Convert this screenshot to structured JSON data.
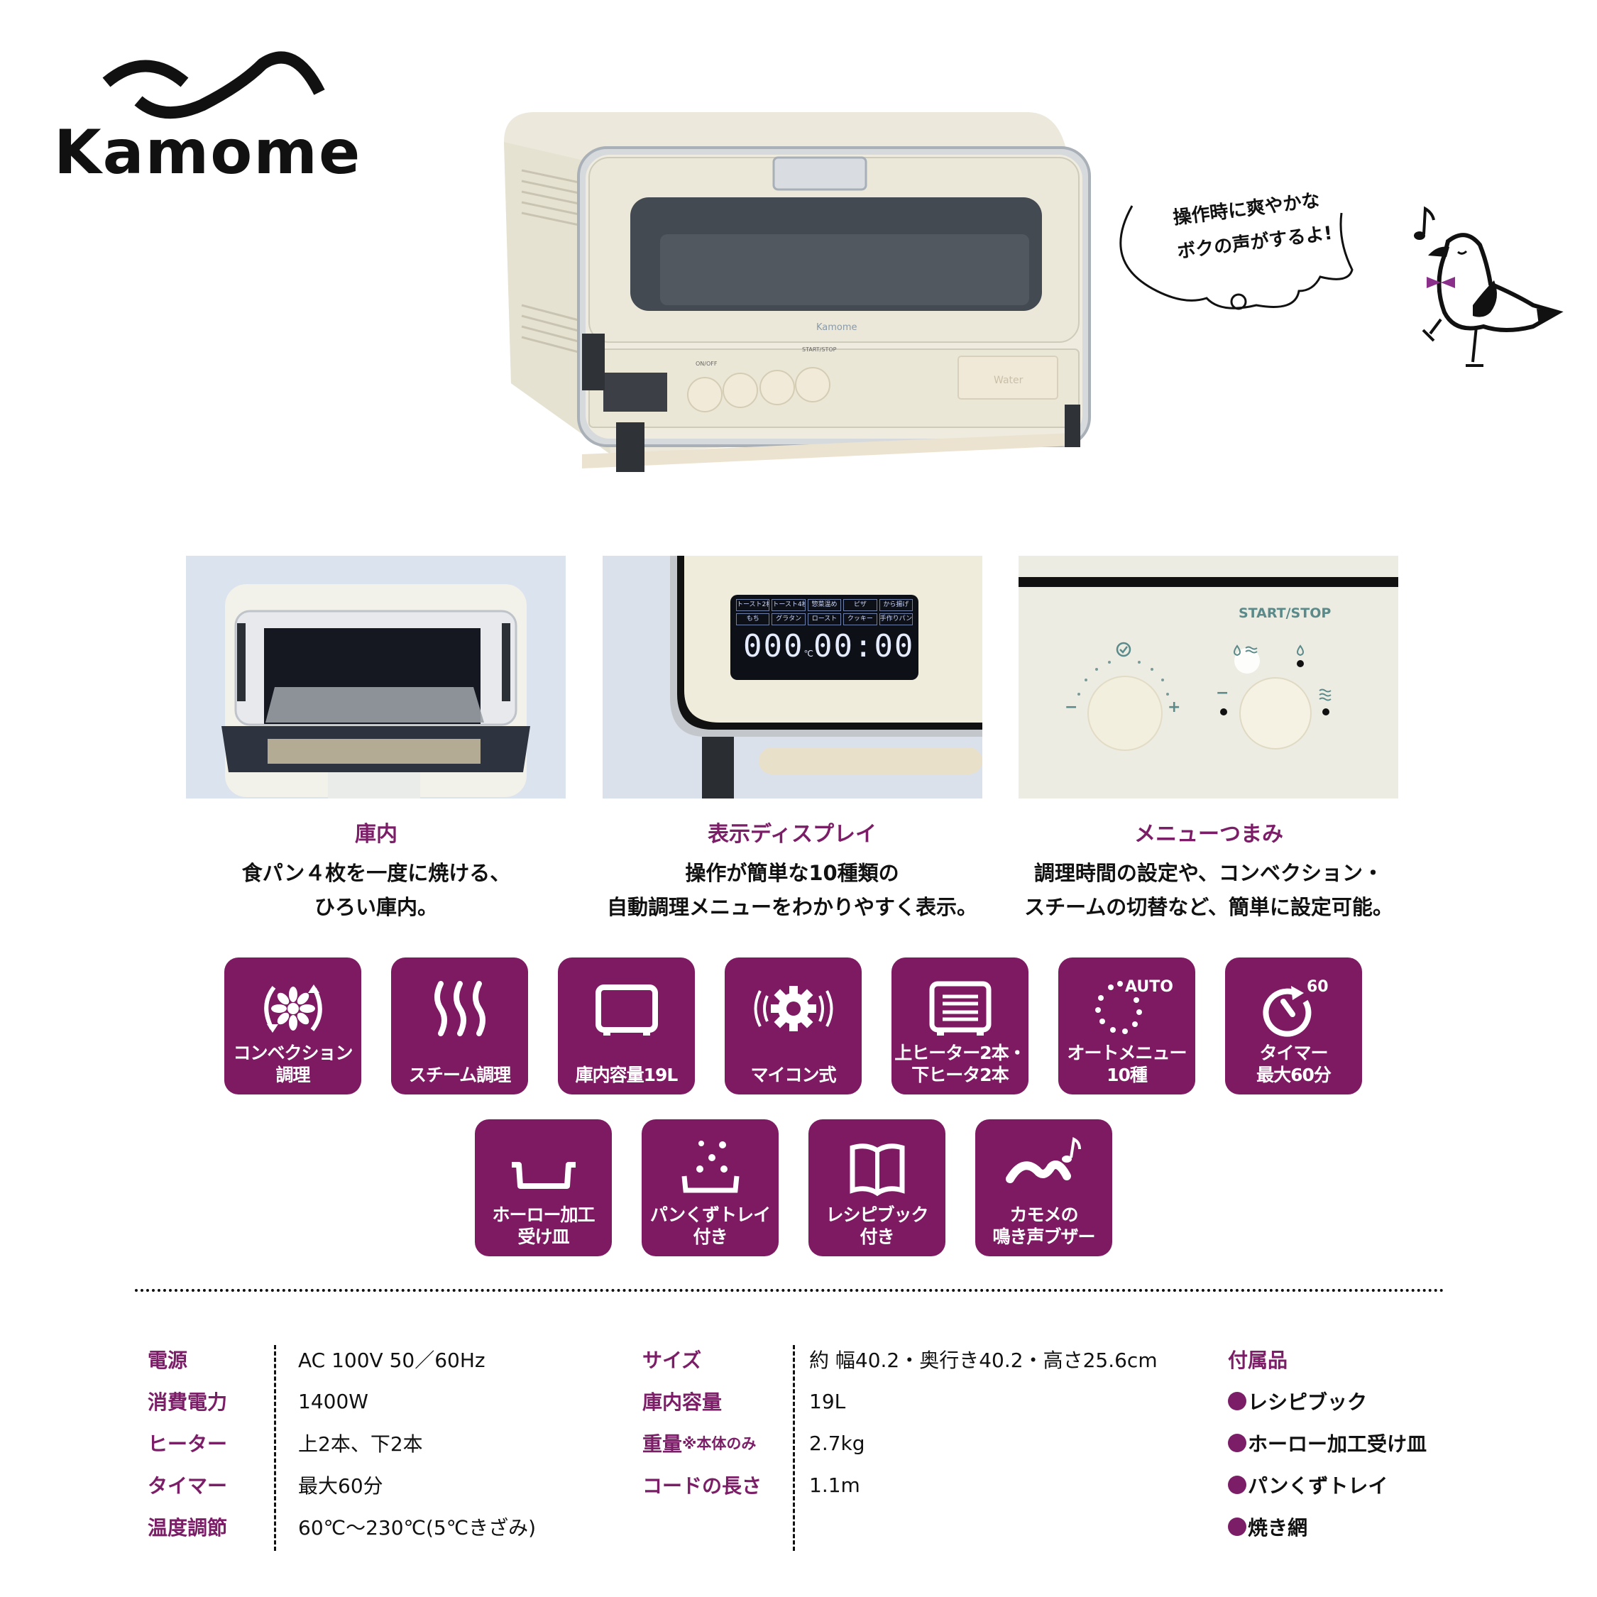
{
  "brand": {
    "name": "Kamome",
    "accent_color": "#7b1e67",
    "badge_color": "#7d1a62"
  },
  "hero": {
    "product_logo_text": "Kamome",
    "control_labels": [
      "ON/OFF",
      "START/STOP"
    ],
    "water_tank_label": "Water"
  },
  "speech_bubble": {
    "text": "操作時に爽やかな\nボクの声がするよ!",
    "note_icon": "music-note-icon"
  },
  "features": [
    {
      "title": "庫内",
      "description": "食パン４枚を一度に焼ける、\nひろい庫内。"
    },
    {
      "title": "表示ディスプレイ",
      "description": "操作が簡単な10種類の\n自動調理メニューをわかりやすく表示。",
      "display": {
        "menu_row1": [
          "トースト2枚",
          "トースト4枚",
          "惣菜温め",
          "ピザ",
          "から揚げ"
        ],
        "menu_row2": [
          "もち",
          "グラタン",
          "ロースト",
          "クッキー",
          "手作りパン"
        ],
        "temperature": "000",
        "temperature_unit": "℃",
        "time": "00:00"
      }
    },
    {
      "title": "メニューつまみ",
      "description": "調理時間の設定や、コンベクション・\nスチームの切替など、簡単に設定可能。",
      "panel": {
        "label": "START/STOP",
        "minus": "−",
        "plus": "+"
      }
    }
  ],
  "badges_row1": [
    {
      "icon": "convection-fan-icon",
      "label": "コンベクション\n調理"
    },
    {
      "icon": "steam-icon",
      "label": "スチーム調理"
    },
    {
      "icon": "oven-capacity-icon",
      "label": "庫内容量19L"
    },
    {
      "icon": "microcomputer-gear-icon",
      "label": "マイコン式"
    },
    {
      "icon": "heater-icon",
      "label": "上ヒーター2本・\n下ヒータ2本"
    },
    {
      "icon": "auto-menu-icon",
      "label": "オートメニュー\n10種",
      "icon_text": "AUTO"
    },
    {
      "icon": "timer-icon",
      "label": "タイマー\n最大60分",
      "icon_text": "60"
    }
  ],
  "badges_row2": [
    {
      "icon": "enamel-tray-icon",
      "label": "ホーロー加工\n受け皿"
    },
    {
      "icon": "crumb-tray-icon",
      "label": "パンくずトレイ\n付き"
    },
    {
      "icon": "recipe-book-icon",
      "label": "レシピブック\n付き"
    },
    {
      "icon": "seagull-buzzer-icon",
      "label": "カモメの\n鳴き声ブザー"
    }
  ],
  "specs": {
    "left": [
      {
        "label": "電源",
        "value": "AC 100V 50／60Hz"
      },
      {
        "label": "消費電力",
        "value": "1400W"
      },
      {
        "label": "ヒーター",
        "value": "上2本、下2本"
      },
      {
        "label": "タイマー",
        "value": "最大60分"
      },
      {
        "label": "温度調節",
        "value": "60℃～230℃(5℃きざみ)"
      }
    ],
    "middle": [
      {
        "label": "サイズ",
        "value": "約 幅40.2・奥行き40.2・高さ25.6cm"
      },
      {
        "label": "庫内容量",
        "value": "19L"
      },
      {
        "label": "重量",
        "label_note": "※本体のみ",
        "value": "2.7kg"
      },
      {
        "label": "コードの長さ",
        "value": "1.1m"
      }
    ],
    "accessories": {
      "title": "付属品",
      "items": [
        "レシピブック",
        "ホーロー加工受け皿",
        "パンくずトレイ",
        "焼き網"
      ]
    }
  }
}
